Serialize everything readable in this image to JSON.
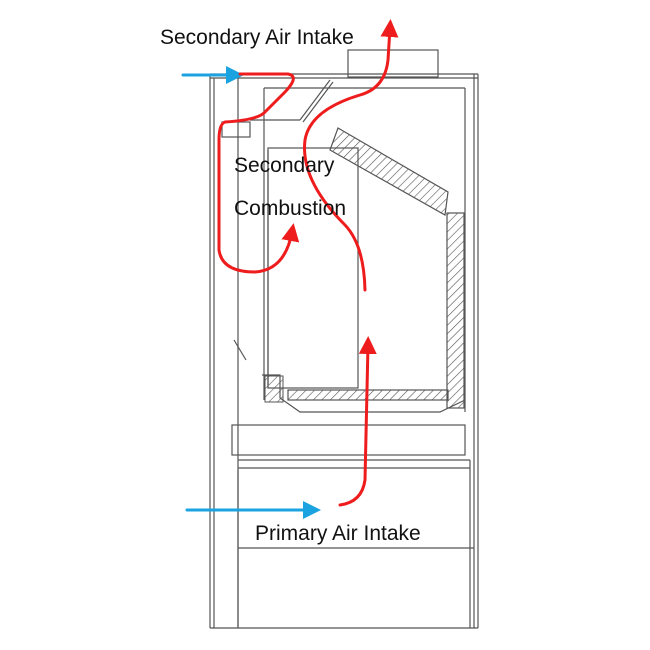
{
  "diagram": {
    "labels": {
      "secondary_air_intake": "Secondary Air Intake",
      "secondary_combustion_line1": "Secondary",
      "secondary_combustion_line2": "Combustion",
      "primary_air_intake": "Primary Air Intake"
    },
    "colors": {
      "hot_flow": "#ee1c1c",
      "air_flow": "#1aa3e0",
      "drawing": "#555555"
    }
  }
}
